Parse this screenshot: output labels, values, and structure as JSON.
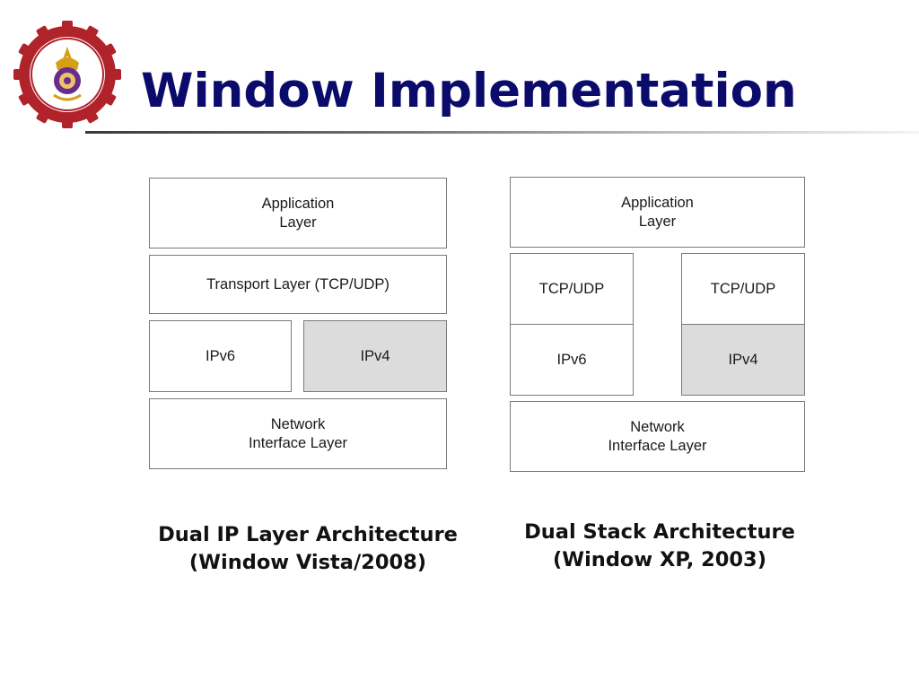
{
  "slide": {
    "title": "Window Implementation",
    "logo_icon": "computer-engineering-emblem-icon"
  },
  "left_diagram": {
    "application_layer": "Application\nLayer",
    "transport_layer": "Transport Layer (TCP/UDP)",
    "ipv6": "IPv6",
    "ipv4": "IPv4",
    "network_interface_layer": "Network\nInterface Layer",
    "caption": "Dual IP Layer Architecture\n(Window Vista/2008)"
  },
  "right_diagram": {
    "application_layer": "Application\nLayer",
    "tcp_udp_left": "TCP/UDP",
    "tcp_udp_right": "TCP/UDP",
    "ipv6": "IPv6",
    "ipv4": "IPv4",
    "network_interface_layer": "Network\nInterface Layer",
    "caption": "Dual Stack Architecture\n(Window XP, 2003)"
  },
  "colors": {
    "title": "#0b0b6b",
    "ipv4_fill": "#dcdcdc",
    "box_border": "#7a7a7a",
    "logo_gear": "#b0232a"
  }
}
